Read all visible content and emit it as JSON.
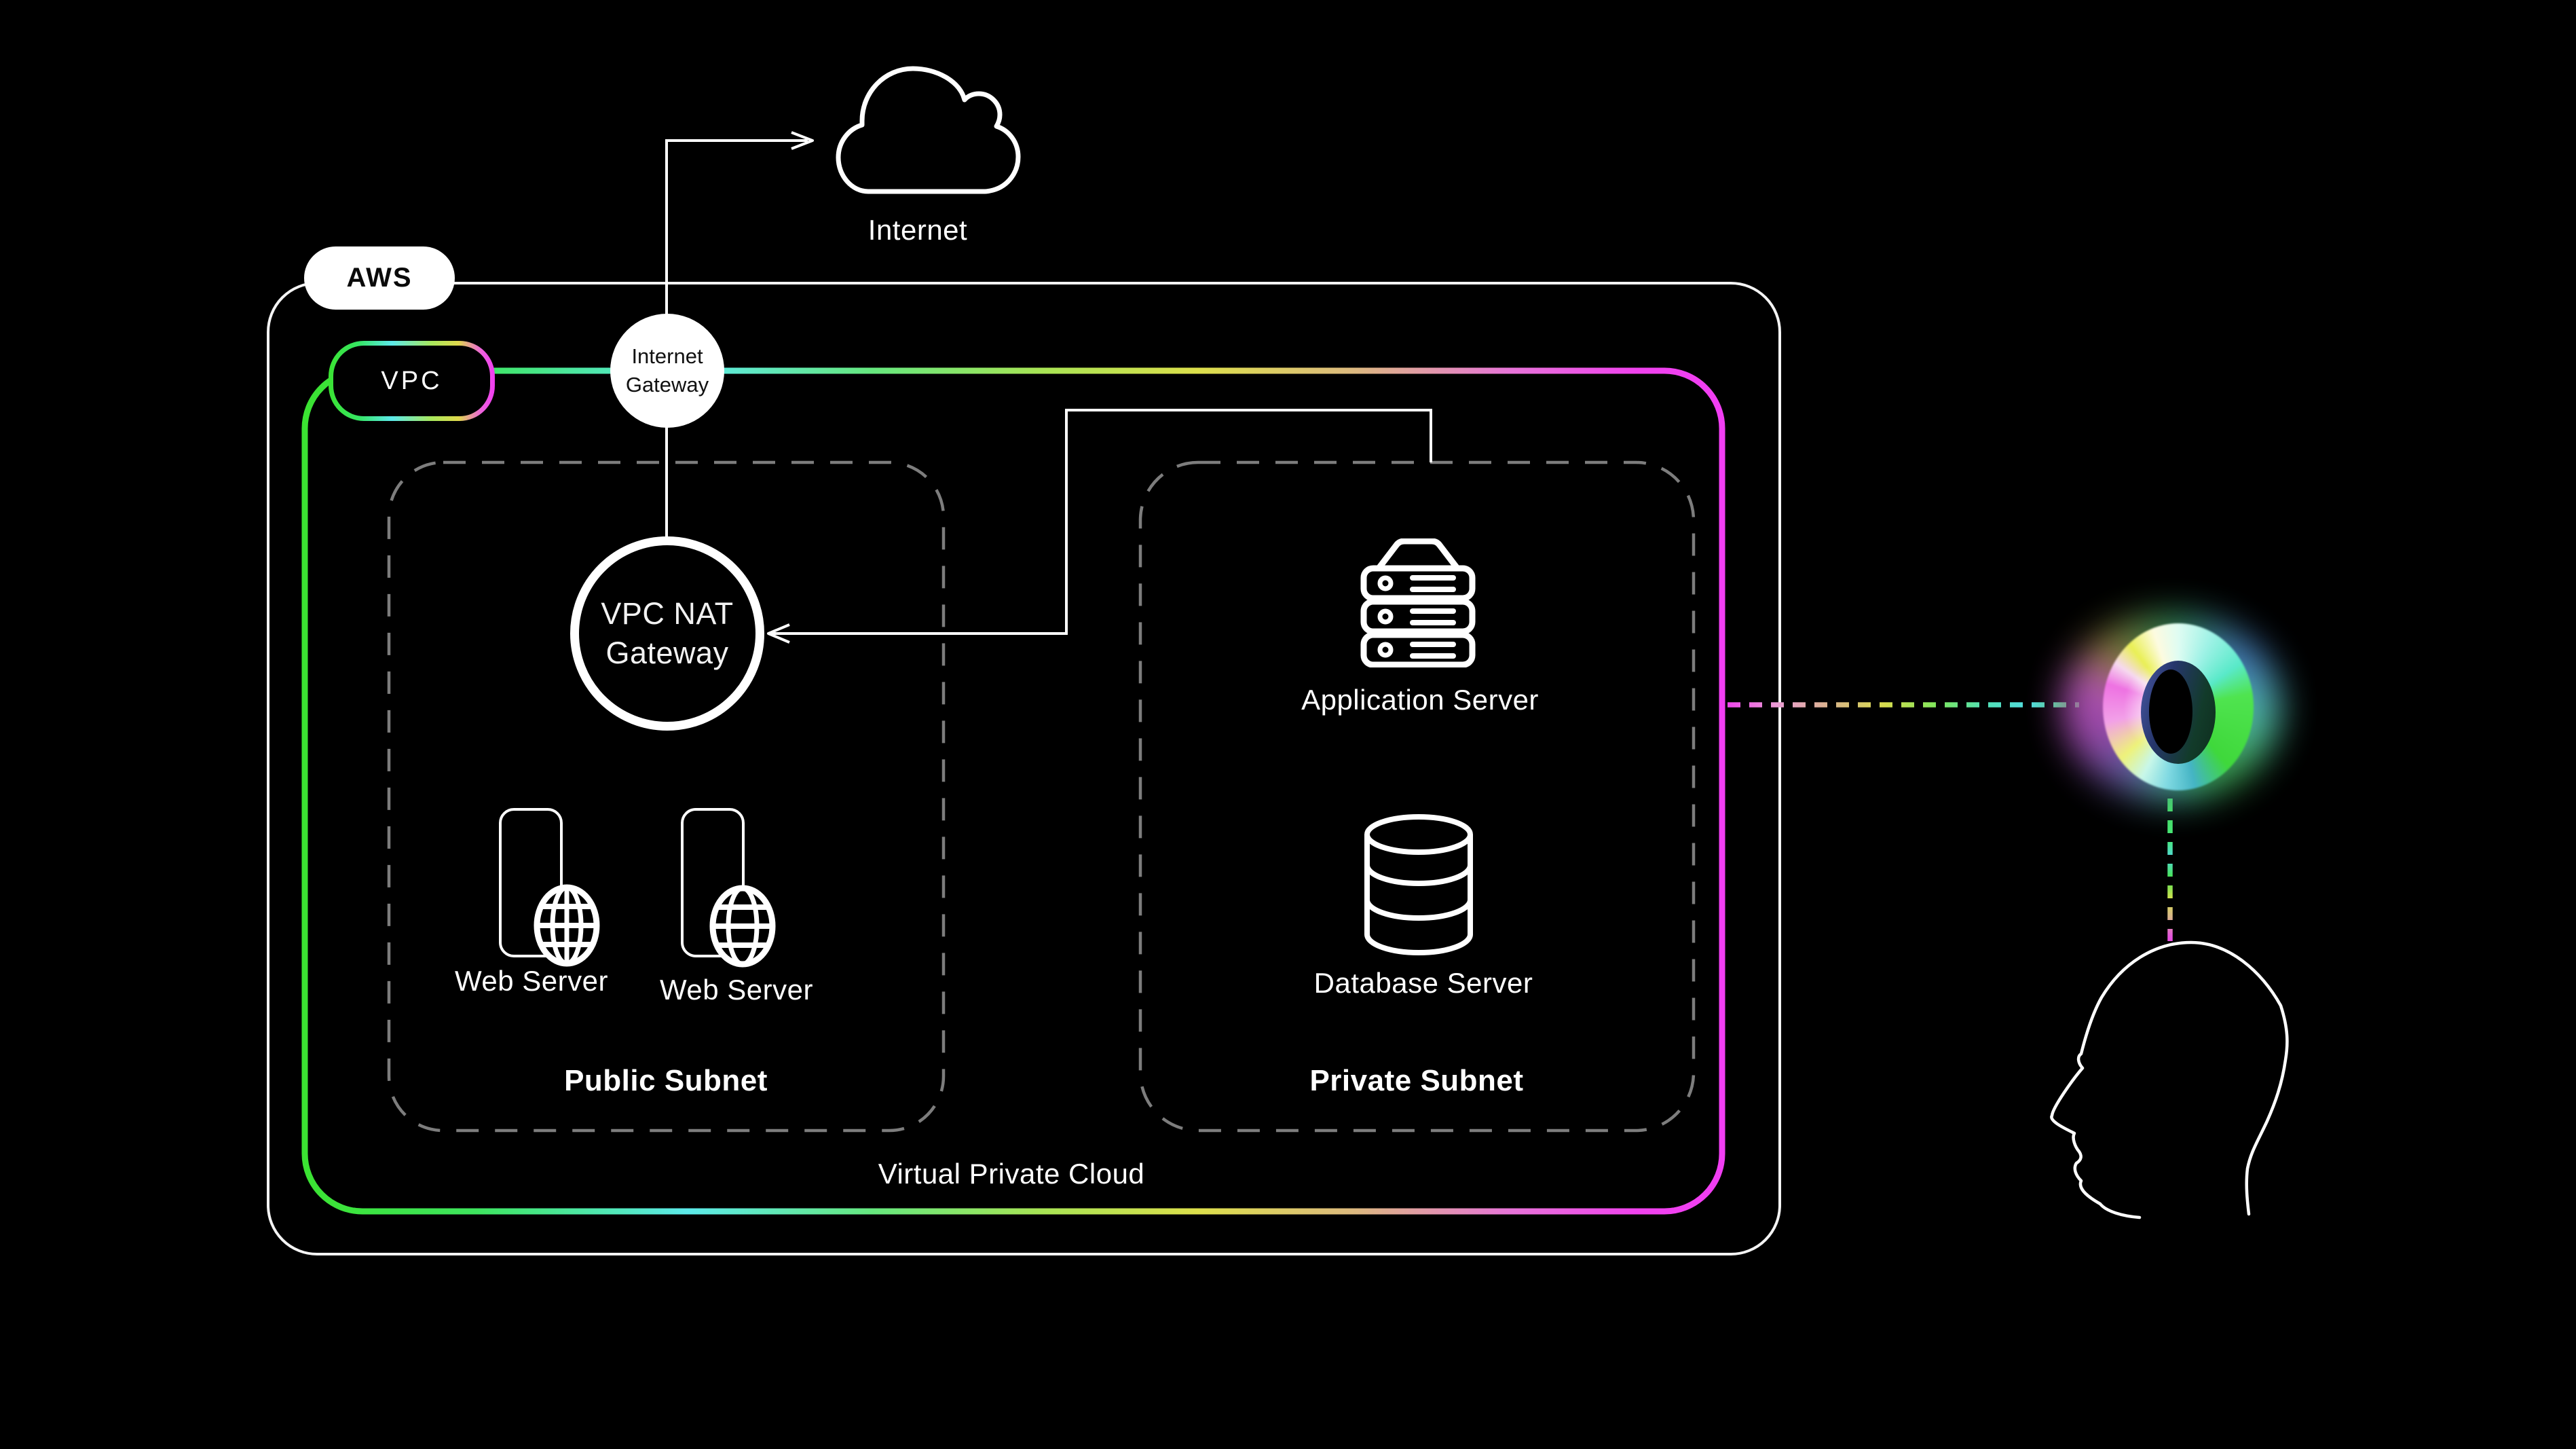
{
  "title": "AWS VPC architecture diagram",
  "colors": {
    "background": "#000000",
    "line_white": "#ffffff",
    "subnet_dash": "#7d7d7d",
    "gradient_green": "#3be332",
    "gradient_cyan": "#5ce9ea",
    "gradient_yellow": "#dfd94c",
    "gradient_magenta": "#f03cf2"
  },
  "nodes": {
    "internet": {
      "label": "Internet"
    },
    "aws": {
      "label": "AWS"
    },
    "vpc": {
      "label": "VPC"
    },
    "internet_gateway": {
      "line1": "Internet",
      "line2": "Gateway"
    },
    "nat_gateway": {
      "line1": "VPC NAT",
      "line2": "Gateway"
    },
    "web_server_1": {
      "label": "Web Server"
    },
    "web_server_2": {
      "label": "Web Server"
    },
    "application_server": {
      "label": "Application Server"
    },
    "database_server": {
      "label": "Database Server"
    }
  },
  "regions": {
    "public_subnet": {
      "label": "Public Subnet"
    },
    "private_subnet": {
      "label": "Private Subnet"
    },
    "vpc_caption": {
      "label": "Virtual Private Cloud"
    }
  },
  "icons": [
    "internet-cloud-icon",
    "internet-gateway-node",
    "nat-gateway-node",
    "web-server-icon",
    "globe-icon",
    "application-server-icon",
    "database-icon",
    "rainbow-torus-logo",
    "head-profile-icon"
  ]
}
